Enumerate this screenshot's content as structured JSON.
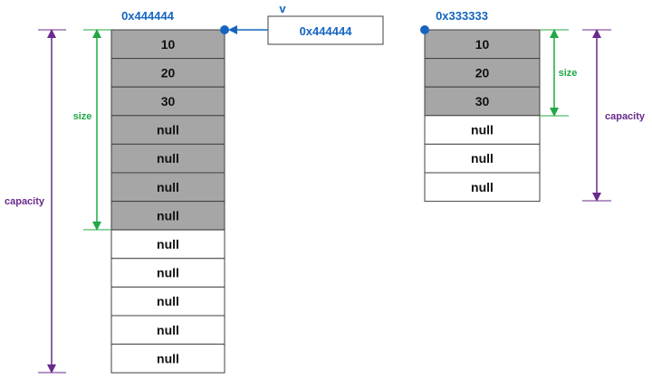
{
  "colors": {
    "filled_cell": "#a6a6a6",
    "empty_cell": "#ffffff",
    "cell_border": "#404040",
    "address": "#1565c0",
    "size_marker": "#21a846",
    "capacity_marker": "#6a2a8e"
  },
  "pointer": {
    "name": "v",
    "value": "0x444444"
  },
  "arrays": [
    {
      "address": "0x444444",
      "cells": [
        "10",
        "20",
        "30",
        "null",
        "null",
        "null",
        "null",
        "null",
        "null",
        "null",
        "null",
        "null"
      ],
      "size": 7,
      "capacity": 12,
      "size_label": "size",
      "capacity_label": "capacity"
    },
    {
      "address": "0x333333",
      "cells": [
        "10",
        "20",
        "30",
        "null",
        "null",
        "null"
      ],
      "size": 3,
      "capacity": 6,
      "size_label": "size",
      "capacity_label": "capacity"
    }
  ]
}
